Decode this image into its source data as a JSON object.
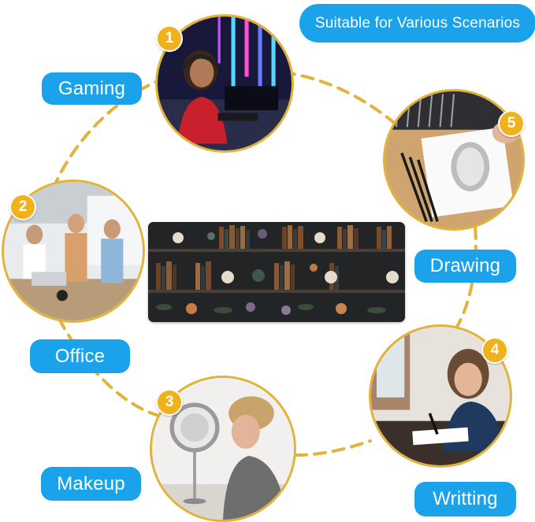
{
  "header": {
    "title": "Suitable for Various Scenarios"
  },
  "colors": {
    "label_bg": "#1aa3ea",
    "label_text": "#ffffff",
    "ring": "#e2b33a",
    "badge": "#f0b21c"
  },
  "scenarios": [
    {
      "number": "1",
      "label": "Gaming"
    },
    {
      "number": "2",
      "label": "Office"
    },
    {
      "number": "3",
      "label": "Makeup"
    },
    {
      "number": "4",
      "label": "Writting"
    },
    {
      "number": "5",
      "label": "Drawing"
    }
  ],
  "product": {
    "pattern": "dark bookshelf with skulls and roses"
  }
}
